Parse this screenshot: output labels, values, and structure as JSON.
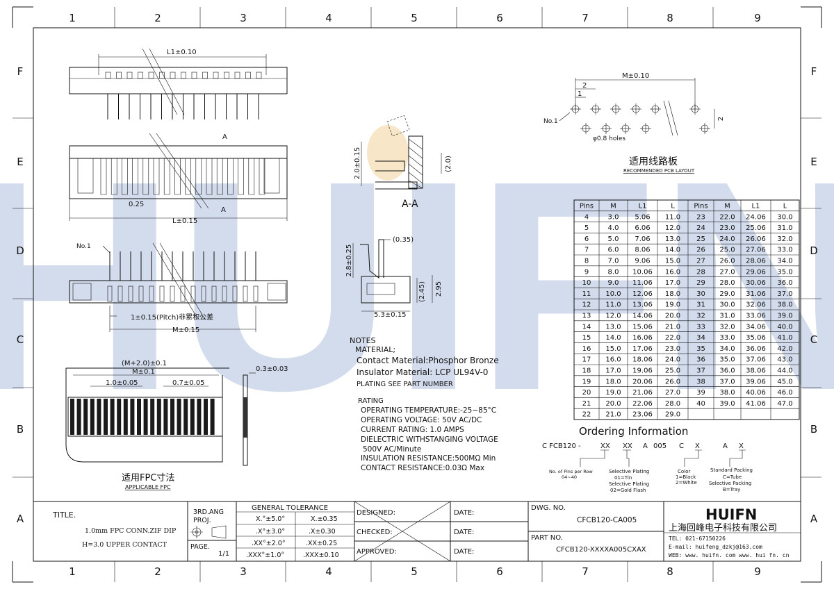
{
  "frame": {
    "cols": [
      "1",
      "2",
      "3",
      "4",
      "5",
      "6",
      "7",
      "8",
      "9"
    ],
    "rows": [
      "F",
      "E",
      "D",
      "C",
      "B",
      "A"
    ]
  },
  "watermark": "HUIFN",
  "top_view": {
    "l1_dim": "L1±0.10"
  },
  "front_view": {
    "section_mark": "A",
    "section_mark_2": "A",
    "pitch_dim": "0.25",
    "l_dim": "L±0.15"
  },
  "section": {
    "label": "A-A",
    "h_dim": "2.0±0.15",
    "s_dim": "(2.0)"
  },
  "bottom_view": {
    "no1": "No.1",
    "pitch_dim": "1±0.15(Pitch)非累积公差",
    "m_dim": "M±0.15"
  },
  "side_view": {
    "d1": "(0.35)",
    "d2": "2.8±0.25",
    "d3": "(2.45)",
    "d4": "2.95",
    "d5": "5.3±0.15"
  },
  "fpc": {
    "d1": "(M+2.0)±0.1",
    "d2": "M±0.1",
    "d3": "1.0±0.05",
    "d4": "0.7±0.05",
    "d5": "0.3±0.03",
    "title_cn": "适用FPC寸法",
    "title_en": "APPLICABLE FPC"
  },
  "pcb": {
    "m_dim": "M±0.10",
    "d2": "2",
    "d1": "1",
    "d_side": "2",
    "no1": "No.1",
    "holes": "φ0.8 holes",
    "title_cn": "适用线路板",
    "title_en": "RECOMMENDED PCB LAYOUT"
  },
  "table": {
    "headers": [
      "Pins",
      "M",
      "L1",
      "L",
      "Pins",
      "M",
      "L1",
      "L"
    ],
    "rows": [
      [
        "4",
        "3.0",
        "5.06",
        "11.0",
        "23",
        "22.0",
        "24.06",
        "30.0"
      ],
      [
        "5",
        "4.0",
        "6.06",
        "12.0",
        "24",
        "23.0",
        "25.06",
        "31.0"
      ],
      [
        "6",
        "5.0",
        "7.06",
        "13.0",
        "25",
        "24.0",
        "26.06",
        "32.0"
      ],
      [
        "7",
        "6.0",
        "8.06",
        "14.0",
        "26",
        "25.0",
        "27.06",
        "33.0"
      ],
      [
        "8",
        "7.0",
        "9.06",
        "15.0",
        "27",
        "26.0",
        "28.06",
        "34.0"
      ],
      [
        "9",
        "8.0",
        "10.06",
        "16.0",
        "28",
        "27.0",
        "29.06",
        "35.0"
      ],
      [
        "10",
        "9.0",
        "11.06",
        "17.0",
        "29",
        "28.0",
        "30.06",
        "36.0"
      ],
      [
        "11",
        "10.0",
        "12.06",
        "18.0",
        "30",
        "29.0",
        "31.06",
        "37.0"
      ],
      [
        "12",
        "11.0",
        "13.06",
        "19.0",
        "31",
        "30.0",
        "32.06",
        "38.0"
      ],
      [
        "13",
        "12.0",
        "14.06",
        "20.0",
        "32",
        "31.0",
        "33.06",
        "39.0"
      ],
      [
        "14",
        "13.0",
        "15.06",
        "21.0",
        "33",
        "32.0",
        "34.06",
        "40.0"
      ],
      [
        "15",
        "14.0",
        "16.06",
        "22.0",
        "34",
        "33.0",
        "35.06",
        "41.0"
      ],
      [
        "16",
        "15.0",
        "17.06",
        "23.0",
        "35",
        "34.0",
        "36.06",
        "42.0"
      ],
      [
        "17",
        "16.0",
        "18.06",
        "24.0",
        "36",
        "35.0",
        "37.06",
        "43.0"
      ],
      [
        "18",
        "17.0",
        "19.06",
        "25.0",
        "37",
        "36.0",
        "38.06",
        "44.0"
      ],
      [
        "19",
        "18.0",
        "20.06",
        "26.0",
        "38",
        "37.0",
        "39.06",
        "45.0"
      ],
      [
        "20",
        "19.0",
        "21.06",
        "27.0",
        "39",
        "38.0",
        "40.06",
        "46.0"
      ],
      [
        "21",
        "20.0",
        "22.06",
        "28.0",
        "40",
        "39.0",
        "41.06",
        "47.0"
      ],
      [
        "22",
        "21.0",
        "23.06",
        "29.0",
        "",
        "",
        "",
        ""
      ]
    ]
  },
  "notes": {
    "heading": "NOTES",
    "material": "MATERIAL;",
    "contact": "Contact Material:Phosphor Bronze",
    "insulator": "Insulator Material: LCP UL94V-0",
    "plating": "PLATING SEE PART NUMBER",
    "rating": "RATING",
    "r1": "OPERATING TEMPERATURE:-25~85°C",
    "r2": "OPERATING VOLTAGE: 50V AC/DC",
    "r3": "CURRENT RATING: 1.0 AMPS",
    "r4": "DIELECTRIC WITHSTANGING VOLTAGE",
    "r5": "500V AC/Minute",
    "r6": "INSULATION RESISTANCE:500MΩ Min",
    "r7": "CONTACT RESISTANCE:0.03Ω Max"
  },
  "ordering": {
    "title": "Ordering Information",
    "code": [
      "C FCB120 -",
      "XX",
      "XX",
      "A",
      "005",
      "C",
      "X",
      "A",
      "X"
    ],
    "pins": [
      "No. of Pins per Row",
      "04~40"
    ],
    "plating": [
      "Selective Plating",
      "01=Tin",
      "Selective Plating",
      "02=Gold Flash"
    ],
    "color": [
      "Color",
      "1=Black",
      "2=White"
    ],
    "packing": [
      "Standard Packing",
      "C=Tube",
      "Selective Packing",
      "B=Tray"
    ]
  },
  "titleblock": {
    "title_label": "TITLE.",
    "title1": "1.0mm FPC CONN.ZIF DIP",
    "title2": "H=3.0 UPPER CONTACT",
    "proj": [
      "3RD.ANG",
      "PROJ."
    ],
    "page_label": "PAGE.",
    "page": "1/1",
    "tol_header": "GENERAL TOLERANCE",
    "tol": [
      [
        "X.°±5.0°",
        "X.±0.35"
      ],
      [
        ".X°±3.0°",
        ".X±0.30"
      ],
      [
        ".XX°±2.0°",
        ".XX±0.25"
      ],
      [
        ".XXX°±1.0°",
        ".XXX±0.10"
      ]
    ],
    "designed": "DESIGNED:",
    "checked": "CHECKED:",
    "approved": "APPROVED:",
    "date": "DATE:",
    "dwg_label": "DWG. NO.",
    "dwg": "CFCB120-CA005",
    "part_label": "PART NO.",
    "part": "CFCB120-XXXXA005CXAX",
    "logo": "HUIFN",
    "company": "上海回峰电子科技有限公司",
    "tel": "TEL: 021-67150226",
    "email": "E-mail: huifeng_dzkj@163.com",
    "web": "WEB: www. huifn. com   www. hui fn. cn"
  }
}
